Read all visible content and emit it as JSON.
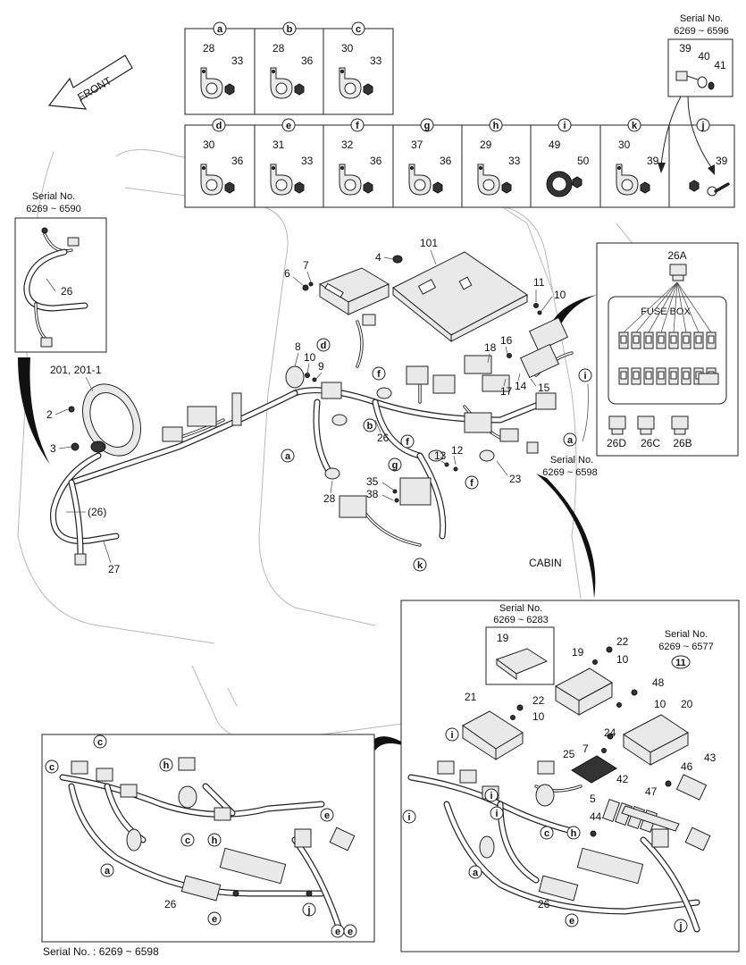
{
  "front_arrow": {
    "label": "FRONT"
  },
  "cabin_label": "CABIN",
  "detail_boxes_row1": [
    {
      "letter": "a",
      "clamp": "28",
      "bolt": "33"
    },
    {
      "letter": "b",
      "clamp": "28",
      "bolt": "36"
    },
    {
      "letter": "c",
      "clamp": "30",
      "bolt": "33"
    }
  ],
  "detail_boxes_row2": [
    {
      "letter": "d",
      "clamp": "30",
      "bolt": "36"
    },
    {
      "letter": "e",
      "clamp": "31",
      "bolt": "33"
    },
    {
      "letter": "f",
      "clamp": "32",
      "bolt": "36"
    },
    {
      "letter": "g",
      "clamp": "37",
      "bolt": "36"
    },
    {
      "letter": "h",
      "clamp": "29",
      "bolt": "33"
    },
    {
      "letter": "i",
      "clamp": "49",
      "bolt": "50"
    },
    {
      "letter": "k",
      "clamp": "30",
      "bolt": "39"
    },
    {
      "letter": "j",
      "clamp": "",
      "bolt": "39"
    }
  ],
  "serial_top_right": {
    "label": "Serial No.",
    "range": "6269 ~ 6596",
    "parts": [
      "39",
      "40",
      "41"
    ]
  },
  "serial_left": {
    "label": "Serial No.",
    "range": "6269 ~ 6590",
    "part": "26"
  },
  "fuse_box": {
    "title": "FUSE BOX",
    "top": "26A",
    "bottom": [
      "26D",
      "26C",
      "26B"
    ]
  },
  "main_labels": {
    "p101": "101",
    "p4": "4",
    "p6": "6",
    "p7": "7",
    "p11": "11",
    "p10a": "10",
    "p8": "8",
    "p10b": "10",
    "p9": "9",
    "p18": "18",
    "p16": "16",
    "p17": "17",
    "p14": "14",
    "p15": "15",
    "p26": "26",
    "p12": "12",
    "p13": "13",
    "p23": "23",
    "p35": "35",
    "p38": "38",
    "p28": "28",
    "p2": "2",
    "p3": "3",
    "p201": "201, 201-1",
    "p26b": "(26)",
    "p27": "27"
  },
  "main_letters": [
    "d",
    "b",
    "f",
    "f",
    "g",
    "f",
    "k",
    "a",
    "i",
    "a"
  ],
  "serial_mid": {
    "label": "Serial No.",
    "range": "6269 ~ 6598"
  },
  "bottom_right": {
    "serial_a": {
      "label": "Serial No.",
      "range": "6269 ~ 6283",
      "part": "19"
    },
    "serial_b": {
      "label": "Serial No.",
      "range": "6269 ~ 6577",
      "circled": "11"
    },
    "labels": [
      "19",
      "22",
      "10",
      "48",
      "10",
      "20",
      "21",
      "22",
      "10",
      "24",
      "7",
      "25",
      "46",
      "43",
      "42",
      "47",
      "5",
      "44",
      "26"
    ],
    "letters": [
      "i",
      "i",
      "i",
      "i",
      "c",
      "h",
      "a",
      "e",
      "j"
    ]
  },
  "bottom_left": {
    "labels": [
      "26"
    ],
    "letters": [
      "c",
      "c",
      "h",
      "c",
      "h",
      "e",
      "e",
      "a",
      "e",
      "j",
      "e"
    ]
  },
  "footer": {
    "serial": "Serial No. : 6269 ~ 6598"
  }
}
